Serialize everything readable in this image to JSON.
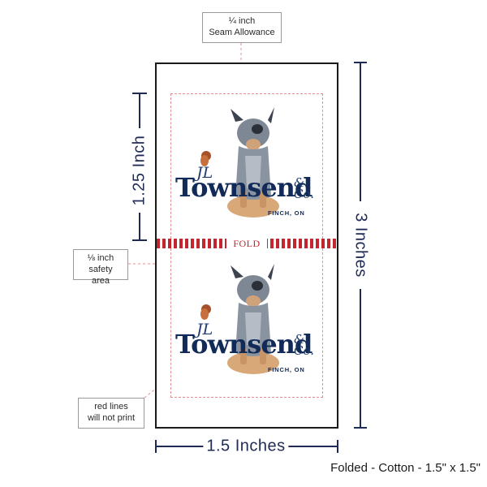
{
  "callouts": {
    "seam": {
      "line1": "¼ inch",
      "line2": "Seam Allowance"
    },
    "safety": {
      "line1": "⅛ inch",
      "line2": "safety area"
    },
    "red_lines": {
      "line1": "red lines",
      "line2": "will not print"
    }
  },
  "dimensions": {
    "height_inner": "1.25 Inch",
    "height_total": "3 Inches",
    "width": "1.5 Inches"
  },
  "fold_label": "FOLD",
  "logo": {
    "script": "JL",
    "name": "Townsend",
    "co_line1": "&",
    "co_line2": "Co.",
    "location": "FINCH, ON"
  },
  "footer": "Folded - Cotton - 1.5\" x 1.5\"",
  "colors": {
    "navy": "#1f2a55",
    "fold_red": "#c4262e",
    "guide_red": "#e58f8f"
  }
}
